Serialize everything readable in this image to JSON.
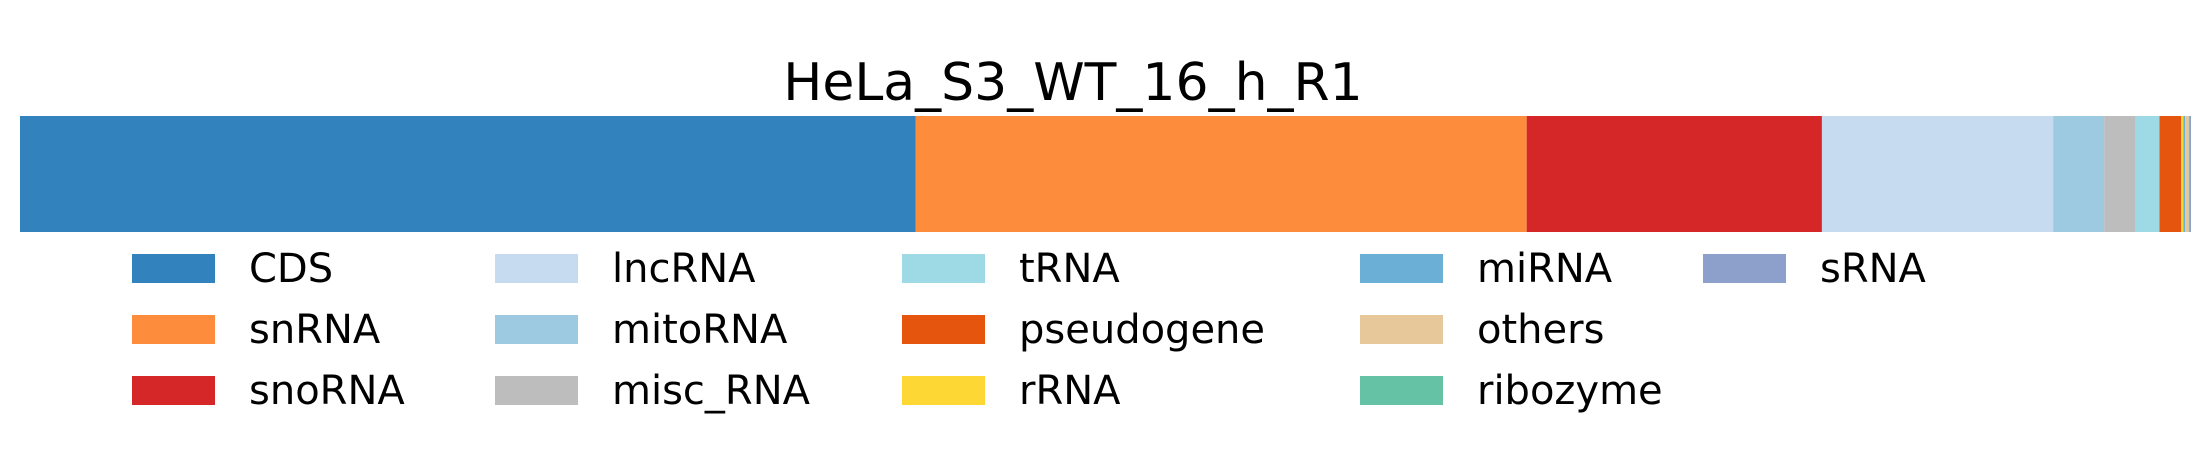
{
  "chart_data": {
    "type": "bar",
    "orientation": "horizontal-stacked",
    "title": "HeLa_S3_WT_16_h_R1",
    "xlabel": "",
    "ylabel": "",
    "xlim": [
      0,
      100
    ],
    "grid": false,
    "legend_position": "bottom",
    "legend_columns": 5,
    "series": [
      {
        "name": "CDS",
        "value": 41.25,
        "color": "#3182bd"
      },
      {
        "name": "snRNA",
        "value": 28.15,
        "color": "#fd8d3c"
      },
      {
        "name": "snoRNA",
        "value": 13.6,
        "color": "#d62728"
      },
      {
        "name": "lncRNA",
        "value": 10.65,
        "color": "#c6dbef"
      },
      {
        "name": "mitoRNA",
        "value": 2.35,
        "color": "#9ecae1"
      },
      {
        "name": "misc_RNA",
        "value": 1.45,
        "color": "#bdbdbd"
      },
      {
        "name": "tRNA",
        "value": 1.1,
        "color": "#9edae5"
      },
      {
        "name": "pseudogene",
        "value": 1.0,
        "color": "#e6550d"
      },
      {
        "name": "rRNA",
        "value": 0.1,
        "color": "#fdd835"
      },
      {
        "name": "miRNA",
        "value": 0.08,
        "color": "#6baed6"
      },
      {
        "name": "others",
        "value": 0.17,
        "color": "#e7c89a"
      },
      {
        "name": "ribozyme",
        "value": 0.05,
        "color": "#66c2a5"
      },
      {
        "name": "sRNA",
        "value": 0.05,
        "color": "#8da0cb"
      }
    ]
  }
}
